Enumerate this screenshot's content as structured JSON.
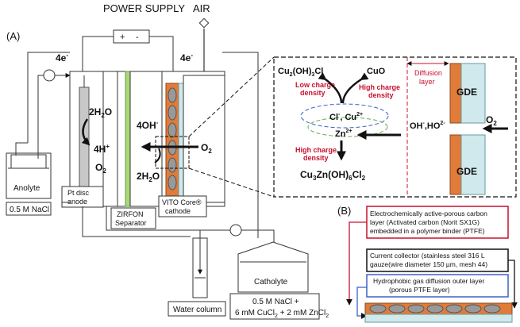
{
  "panel_labels": {
    "a": "(A)",
    "b": "(B)"
  },
  "power_supply": {
    "title": "POWER SUPPLY",
    "plus": "+",
    "minus": "-"
  },
  "air": "AIR",
  "electrons": {
    "left": "4e",
    "right": "4e",
    "sup": "-"
  },
  "anode_reaction": {
    "reactant": "2H2O",
    "product_ion": "4H+",
    "product_gas": "O2"
  },
  "cathode_reaction": {
    "product": "4OH-",
    "reactant_gas": "O2",
    "reactant_water": "2H2O"
  },
  "labels": {
    "anolyte": "Anolyte",
    "nacl": "0.5 M NaCl",
    "pt_anode": [
      "Pt disc",
      "anode"
    ],
    "zirfon": [
      "ZIRFON",
      "Separator"
    ],
    "vito": [
      "VITO Core®",
      "cathode"
    ],
    "water_column": "Water column",
    "catholyte": "Catholyte",
    "catholyte_solution": [
      "0.5 M NaCl +",
      "6 mM CuCl2 + 2 mM ZnCl2"
    ]
  },
  "inset": {
    "cu_oh_cl": "Cu2(OH)3Cl",
    "cuo": "CuO",
    "low_density": [
      "Low charge",
      "density"
    ],
    "high_density_top": [
      "High charge",
      "density"
    ],
    "ions_cl": "Cl-, Cu2+",
    "ions_zn": "Zn2+",
    "high_density_bottom": [
      "High charge",
      "density"
    ],
    "product": "Cu3Zn(OH)6Cl2",
    "diffusion": [
      "Diffusion",
      "layer"
    ],
    "gde": "GDE",
    "oh_ho2": "OH-,HO2-",
    "o2": "O2"
  },
  "panel_b": {
    "layer1": [
      "Electrochemically active-porous carbon",
      "layer (Activated carbon (Norit SX1G)",
      "embedded in a polymer binder (PTFE)"
    ],
    "layer2": [
      "Current collector (stainless steel 316 L",
      "gauze(wire diameter 150 µm, mesh 44)"
    ],
    "layer3": [
      "Hydrophobic gas diffusion outer layer",
      "(porous PTFE layer)"
    ]
  },
  "colors": {
    "orange": "#e07b39",
    "orange_dark": "#b85a22",
    "teal": "#cfe9ec",
    "green": "#a8d878",
    "red": "#c8102e",
    "blue": "#3a62c8",
    "gray": "#cccccc"
  }
}
